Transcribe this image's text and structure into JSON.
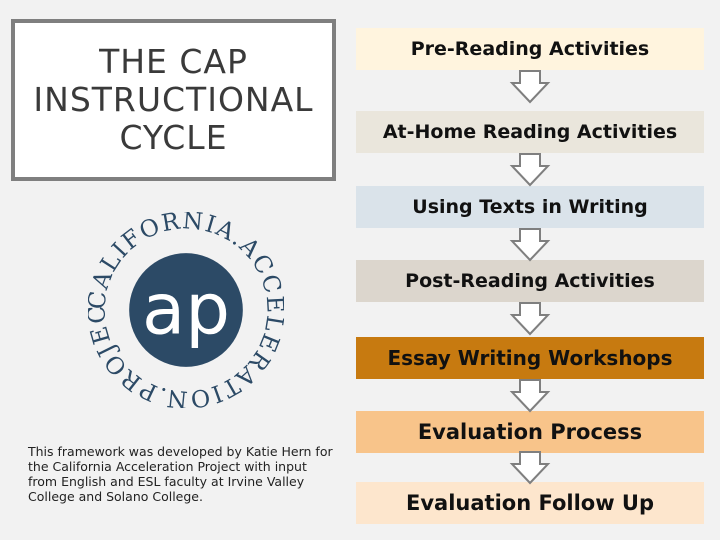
{
  "title": "THE CAP INSTRUCTIONAL CYCLE",
  "logo": {
    "center_text": "ap",
    "ring_text": "CALIFORNIA.ACCELERATION.PROJECT."
  },
  "credit": "This framework was developed by Katie Hern for the California Acceleration Project with input from English and ESL faculty at Irvine Valley College and Solano College.",
  "steps": [
    {
      "label": "Pre-Reading Activities",
      "color": "#fff4de"
    },
    {
      "label": "At-Home Reading Activities",
      "color": "#eae6dc"
    },
    {
      "label": "Using Texts in Writing",
      "color": "#dae3ea"
    },
    {
      "label": "Post-Reading Activities",
      "color": "#dcd6cd"
    },
    {
      "label": "Essay Writing Workshops",
      "color": "#c77a10"
    },
    {
      "label": "Evaluation Process",
      "color": "#f8c48a"
    },
    {
      "label": "Evaluation Follow Up",
      "color": "#fde6cd"
    }
  ],
  "colors": {
    "background": "#f2f2f2",
    "logo_blue": "#2c4a66",
    "arrow_outline": "#7f7f7f"
  }
}
